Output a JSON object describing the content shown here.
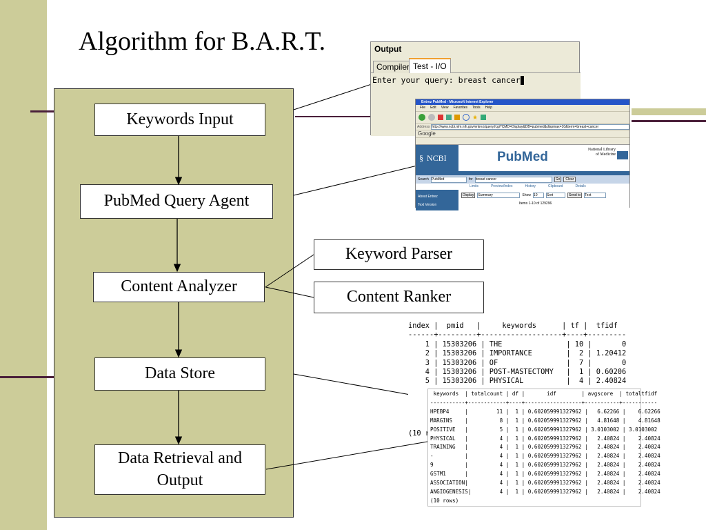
{
  "title": "Algorithm for B.A.R.T.",
  "flow": [
    {
      "label": "Keywords Input"
    },
    {
      "label": "PubMed Query Agent"
    },
    {
      "label": "Content Analyzer"
    },
    {
      "label": "Data Store"
    },
    {
      "label": "Data Retrieval and Output"
    }
  ],
  "analyzer_parts": [
    "Keyword Parser",
    "Content Ranker"
  ],
  "console": {
    "title": "Output",
    "tabs": [
      "Compiler",
      "Test - I/O"
    ],
    "prompt": "Enter your query: breast cancer"
  },
  "browser": {
    "window_title": "Entrez PubMed - Microsoft Internet Explorer",
    "menu": [
      "File",
      "Edit",
      "View",
      "Favorites",
      "Tools",
      "Help"
    ],
    "address": "http://www.ncbi.nlm.nih.gov/entrez/query.fcgi?CMD=Display&DB=pubmed&dispmax=10&term=breast+cancer",
    "ncbi": "NCBI",
    "pubmed": "PubMed",
    "nlm": "National Library of Medicine",
    "search_db": "PubMed",
    "search_term": "breast cancer",
    "go": "Go",
    "clear": "Clear",
    "tabs": [
      "Limits",
      "Preview/Index",
      "History",
      "Clipboard",
      "Details"
    ],
    "side": [
      "About Entrez",
      "Text Version"
    ],
    "display": "Display",
    "summary": "Summary",
    "show": "Show",
    "show_n": "10",
    "sort": "Sort",
    "send_to": "Send to",
    "text": "Text",
    "items": "Items 1-10 of 129296"
  },
  "table1": {
    "header": "index |  pmid   |     keywords      | tf |  tfidf",
    "separator": "------+---------+-------------------+----+---------",
    "rows": [
      "    1 | 15303206 | THE               | 10 |       0",
      "    2 | 15303206 | IMPORTANCE        |  2 | 1.20412",
      "    3 | 15303206 | OF                |  7 |       0",
      "    4 | 15303206 | POST-MASTECTOMY   |  1 | 0.60206",
      "    5 | 15303206 | PHYSICAL          |  4 | 2.40824"
    ],
    "footer": "(10 r"
  },
  "table2": {
    "header": " keywords  | totalcount | df |       idf        | avgscore  | totaltfidf",
    "separator": "-----------+------------+----+------------------+-----------+-----------",
    "rows": [
      "HPEBP4     |         11 |  1 | 0.602059991327962 |   6.62266 |    6.62266",
      "MARGINS    |          8 |  1 | 0.602059991327962 |   4.81648 |    4.81648",
      "POSITIVE   |          5 |  1 | 0.602059991327962 | 3.0103002 | 3.0103002",
      "PHYSICAL   |          4 |  1 | 0.602059991327962 |   2.40824 |    2.40824",
      "TRAINING   |          4 |  1 | 0.602059991327962 |   2.40824 |    2.40824",
      "-          |          4 |  1 | 0.602059991327962 |   2.40824 |    2.40824",
      "9          |          4 |  1 | 0.602059991327962 |   2.40824 |    2.40824",
      "GSTM1      |          4 |  1 | 0.602059991327962 |   2.40824 |    2.40824",
      "ASSOCIATION|          4 |  1 | 0.602059991327962 |   2.40824 |    2.40824",
      "ANGIOGENESIS|         4 |  1 | 0.602059991327962 |   2.40824 |    2.40824"
    ],
    "footer": "(10 rows)"
  }
}
